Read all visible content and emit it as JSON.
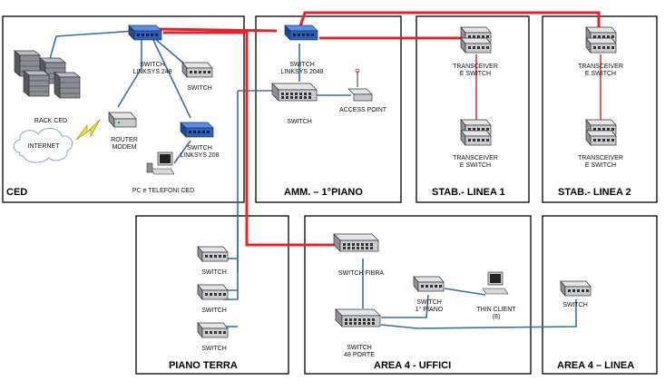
{
  "zones": {
    "ced": "CED",
    "amm": "AMM. – 1°PIANO",
    "stab1": "STAB.- LINEA 1",
    "stab2": "STAB.- LINEA 2",
    "piano_terra": "PIANO TERRA",
    "area4_uffici": "AREA 4 - UFFICI",
    "area4_linea": "AREA 4 – LINEA"
  },
  "devices": {
    "rack_ced": "RACK CED",
    "internet": "INTERNET",
    "router_l1": "ROUTER",
    "router_l2": "MODEM",
    "sw_ced_main_l1": "SWITCH",
    "sw_ced_main_l2": "LINKSYS 248",
    "sw_ced_small": "SWITCH",
    "sw_ced_208_l1": "SWITCH",
    "sw_ced_208_l2": "LINKSYS 208",
    "pc_ced": "PC e TELEFONI CED",
    "sw_amm_main_l1": "SWITCH",
    "sw_amm_main_l2": "LINKSYS 2048",
    "sw_amm": "SWITCH",
    "access_point": "ACCESS POINT",
    "tr_s1_top_l1": "TRANSCEIVER",
    "tr_s1_top_l2": "E SWITCH",
    "tr_s1_bot_l1": "TRANSCEIVER",
    "tr_s1_bot_l2": "E SWITCH",
    "tr_s2_top_l1": "TRANSCEIVER",
    "tr_s2_top_l2": "E SWITCH",
    "tr_s2_bot_l1": "TRANSCEIVER",
    "tr_s2_bot_l2": "E SWITCH",
    "pt_sw1": "SWITCH",
    "pt_sw2": "SWITCH",
    "pt_sw3": "SWITCH",
    "sw_fibra": "SWITCH FIBRA",
    "sw_48_l1": "SWITCH",
    "sw_48_l2": "48 PORTE",
    "sw_1piano_l1": "SWITCH",
    "sw_1piano_l2": "1° PIANO",
    "thin_client_l1": "THIN CLIENT",
    "thin_client_l2": "(8)",
    "sw_linea": "SWITCH"
  },
  "colors": {
    "fiber": "#e3262b",
    "copper": "#3b6ea8",
    "blue_switch": "#2f5fb0",
    "gray_device": "#c9cbcf"
  },
  "icons": {
    "router": "router-icon",
    "server": "server-rack-icon",
    "cloud": "cloud-icon",
    "lightning": "lightning-icon",
    "pc": "pc-icon",
    "antenna": "access-point-icon"
  }
}
